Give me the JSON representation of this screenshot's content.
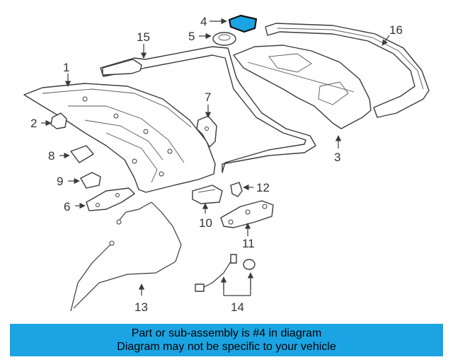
{
  "diagram": {
    "highlight_color": "#1ba4e3",
    "highlighted_part": "4",
    "callouts": [
      "1",
      "2",
      "3",
      "4",
      "5",
      "6",
      "7",
      "8",
      "9",
      "10",
      "11",
      "12",
      "13",
      "14",
      "15",
      "16"
    ]
  },
  "banner": {
    "line1": "Part or sub-assembly is #4 in diagram",
    "line2": "Diagram may not be specific to your vehicle"
  }
}
